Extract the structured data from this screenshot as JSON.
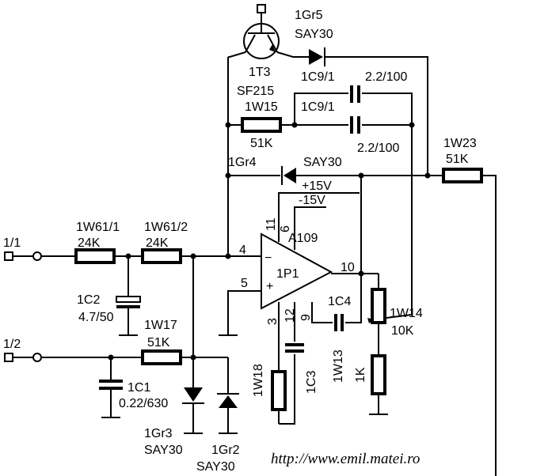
{
  "labels": {
    "t3_ref": "1T3",
    "t3_type": "SF215",
    "gr5_ref": "1Gr5",
    "gr5_type": "SAY30",
    "c9a_ref": "1C9/1",
    "c9a_val": "2.2/100",
    "c9b_ref": "1C9/1",
    "c9b_val": "2.2/100",
    "w15_ref": "1W15",
    "w15_val": "51K",
    "gr4_ref": "1Gr4",
    "gr4_type": "SAY30",
    "w23_ref": "1W23",
    "w23_val": "51K",
    "plus15": "+15V",
    "minus15": "-15V",
    "opamp_type": "A109",
    "opamp_ref": "1P1",
    "pin11": "11",
    "pin6": "6",
    "pin4": "4",
    "pin5": "5",
    "pin10": "10",
    "pin3": "3",
    "pin12": "12",
    "pin9": "9",
    "minus_sign": "−",
    "plus_sign": "+",
    "in1": "1/1",
    "in2": "1/2",
    "w61a_ref": "1W61/1",
    "w61a_val": "24K",
    "w61b_ref": "1W61/2",
    "w61b_val": "24K",
    "c2_ref": "1C2",
    "c2_val": "4.7/50",
    "w17_ref": "1W17",
    "w17_val": "51K",
    "c1_ref": "1C1",
    "c1_val": "0.22/630",
    "gr3_ref": "1Gr3",
    "gr3_type": "SAY30",
    "gr2_ref": "1Gr2",
    "gr2_type": "SAY30",
    "c4_ref": "1C4",
    "w14_ref": "1W14",
    "w14_val": "10K",
    "w18_ref": "1W18",
    "c3_ref": "1C3",
    "w13_ref": "1W13",
    "w13_val": "1K",
    "url": "http://www.emil.matei.ro"
  }
}
